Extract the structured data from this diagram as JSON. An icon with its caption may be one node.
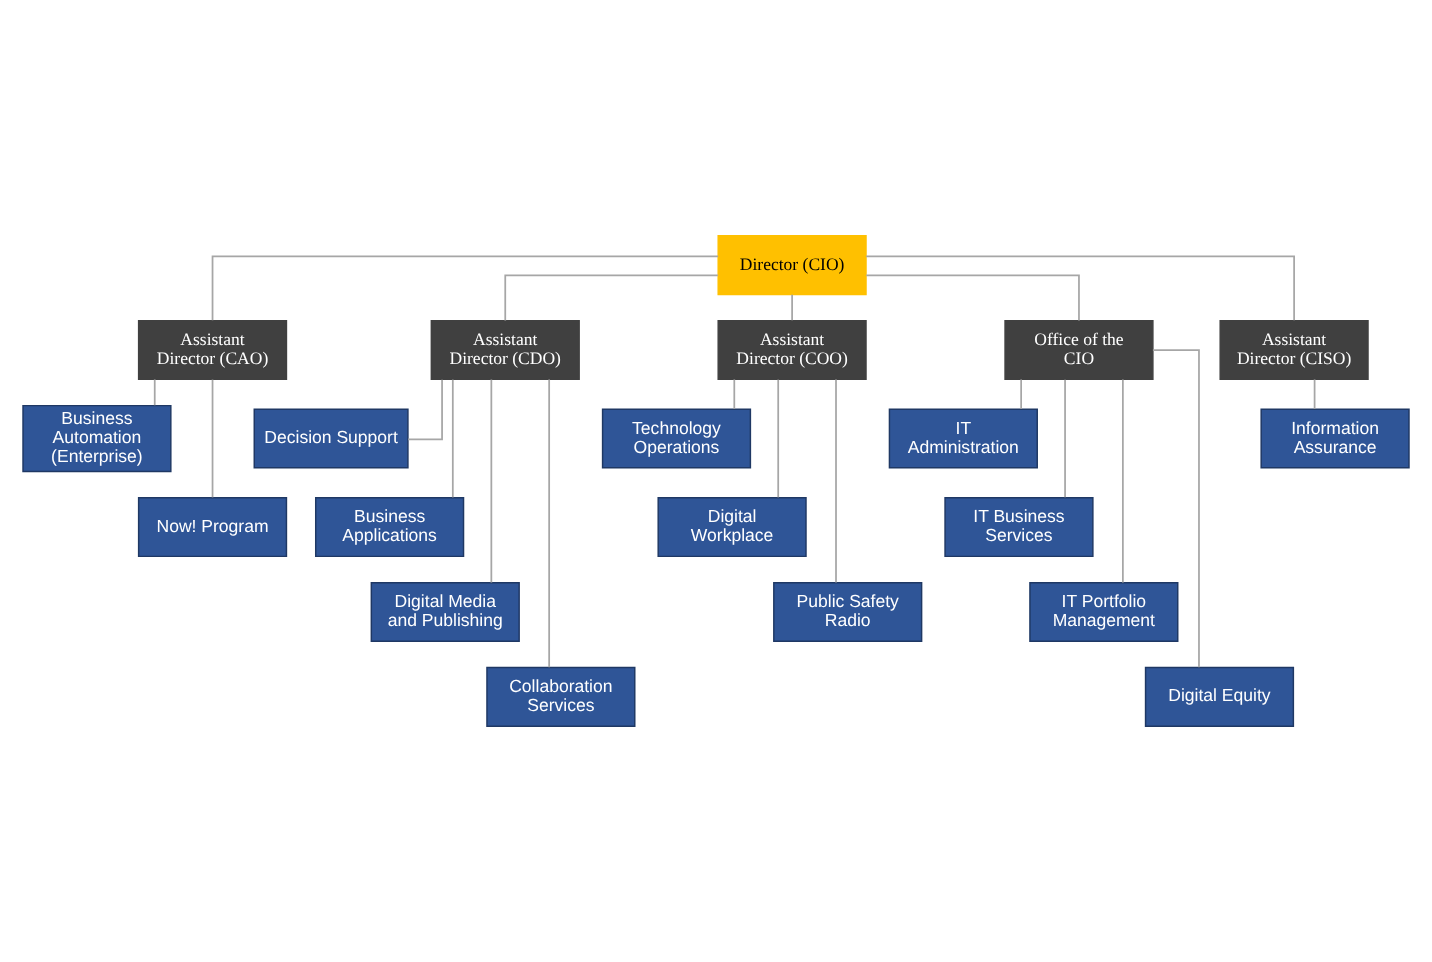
{
  "diagram": {
    "nodes": [
      {
        "text": [
          "Director (CIO)"
        ]
      },
      {
        "text": [
          "Assistant Director (CAO)"
        ]
      },
      {
        "text": [
          "Assistant Director (CDO)"
        ]
      },
      {
        "text": [
          "Assistant Director (COO)"
        ]
      },
      {
        "text": [
          "Office of the CIO"
        ]
      },
      {
        "text": [
          "Assistant Director (CISO)"
        ]
      },
      {
        "text": [
          "Business Automation (Enterprise)"
        ]
      },
      {
        "text": [
          "Now! Program"
        ]
      },
      {
        "text": [
          "Decision Support"
        ]
      },
      {
        "text": [
          "Business Applications"
        ]
      },
      {
        "text": [
          "Digital Media and Publishing"
        ]
      },
      {
        "text": [
          "Collaboration Services"
        ]
      },
      {
        "text": [
          "Technology Operations"
        ]
      },
      {
        "text": [
          "Digital Workplace"
        ]
      },
      {
        "text": [
          "Public Safety Radio"
        ]
      },
      {
        "text": [
          "IT Administration"
        ]
      },
      {
        "text": [
          "IT Business Services"
        ]
      },
      {
        "text": [
          "IT Portfolio Management"
        ]
      },
      {
        "text": [
          "Digital Equity"
        ]
      },
      {
        "text": [
          "Information Assurance"
        ]
      }
    ],
    "edges": [
      {
        "from": 0,
        "to": 1,
        "arrow": "none"
      },
      {
        "from": 0,
        "to": 2,
        "arrow": "none"
      },
      {
        "from": 0,
        "to": 3,
        "arrow": "none"
      },
      {
        "from": 0,
        "to": 4,
        "arrow": "none"
      },
      {
        "from": 0,
        "to": 5,
        "arrow": "none"
      },
      {
        "from": 1,
        "to": 6,
        "arrow": "none"
      },
      {
        "from": 1,
        "to": 7,
        "arrow": "none"
      },
      {
        "from": 2,
        "to": 8,
        "arrow": "none"
      },
      {
        "from": 2,
        "to": 9,
        "arrow": "none"
      },
      {
        "from": 2,
        "to": 10,
        "arrow": "none"
      },
      {
        "from": 2,
        "to": 11,
        "arrow": "none"
      },
      {
        "from": 3,
        "to": 12,
        "arrow": "none"
      },
      {
        "from": 3,
        "to": 13,
        "arrow": "none"
      },
      {
        "from": 3,
        "to": 14,
        "arrow": "none"
      },
      {
        "from": 4,
        "to": 15,
        "arrow": "none"
      },
      {
        "from": 4,
        "to": 16,
        "arrow": "none"
      },
      {
        "from": 4,
        "to": 17,
        "arrow": "none"
      },
      {
        "from": 4,
        "to": 18,
        "arrow": "none"
      },
      {
        "from": 5,
        "to": 19,
        "arrow": "none"
      }
    ]
  }
}
